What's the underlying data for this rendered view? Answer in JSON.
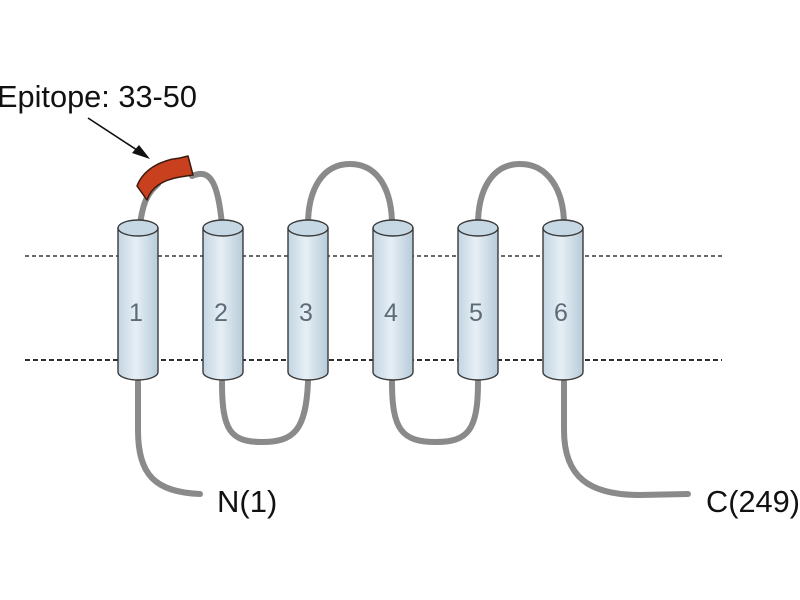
{
  "epitope": {
    "label": "Epitope: 33-50",
    "color": "#c9401f"
  },
  "n_terminus": {
    "label": "N(1)"
  },
  "c_terminus": {
    "label": "C(249)"
  },
  "helices": [
    {
      "number": "1"
    },
    {
      "number": "2"
    },
    {
      "number": "3"
    },
    {
      "number": "4"
    },
    {
      "number": "5"
    },
    {
      "number": "6"
    }
  ],
  "colors": {
    "helix_fill": "#dbe8f0",
    "helix_top": "#c6d8e4",
    "helix_stroke": "#3a3a3a",
    "loop": "#8a8a8a",
    "membrane_line": "#111111"
  }
}
